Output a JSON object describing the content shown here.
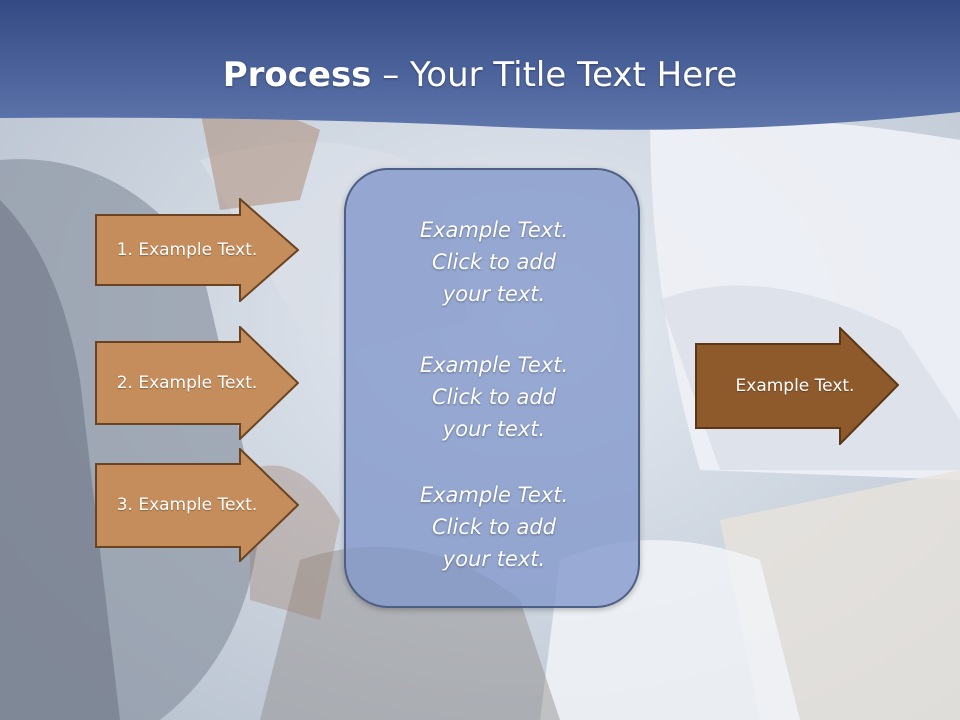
{
  "slide": {
    "title_bold": "Process",
    "title_rest": " – Your Title Text Here"
  },
  "left_arrows": [
    {
      "label": "1. Example Text."
    },
    {
      "label": "2. Example Text."
    },
    {
      "label": "3. Example Text."
    }
  ],
  "center_box": {
    "paragraphs": [
      {
        "line1": "Example Text.",
        "line2": "Click  to add",
        "line3": "your text."
      },
      {
        "line1": "Example Text.",
        "line2": "Click  to add",
        "line3": "your text."
      },
      {
        "line1": "Example Text.",
        "line2": "Click  to add",
        "line3": "your text."
      }
    ]
  },
  "right_arrow": {
    "label": "Example Text."
  },
  "colors": {
    "title_band": "#3c5290",
    "left_arrow_fill": "#c58d5b",
    "right_arrow_fill": "#8f5a2b",
    "arrow_border": "#6a4420",
    "center_box_fill": "#8297ca"
  }
}
